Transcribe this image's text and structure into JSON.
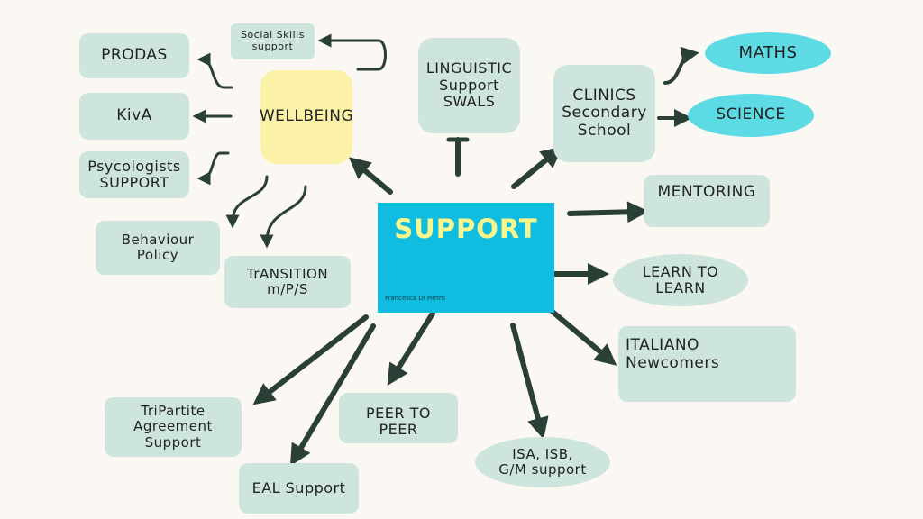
{
  "center": {
    "title": "SUPPORT",
    "author": "Francesca Di Pietro"
  },
  "nodes": {
    "wellbeing": "WELLBEING",
    "social_skills": "Social Skills support",
    "prodas": "PRODAS",
    "kiva": "KivA",
    "psycologists": "Psycologists SUPPORT",
    "behaviour": "Behaviour Policy",
    "transition": "TrANSITION m/P/S",
    "linguistic": "LINGUISTIC Support SWALS",
    "clinics": "CLINICS Secondary School",
    "maths": "MATHS",
    "science": "SCIENCE",
    "mentoring": "MENTORING",
    "learn": "LEARN TO LEARN",
    "italiano": "ITALIANO Newcomers",
    "isa": "ISA, ISB, G/M support",
    "peer": "PEER TO PEER",
    "tripartite": "TriPartite Agreement Support",
    "eal": "EAL Support"
  },
  "colors": {
    "background": "#fbf7f2",
    "node_fill": "#cde5dd",
    "center_fill": "#10bde0",
    "center_text": "#f7f58e",
    "highlight_fill": "#fbf2a8",
    "subject_fill": "#5cdbe4",
    "arrow": "#2a3f36"
  }
}
